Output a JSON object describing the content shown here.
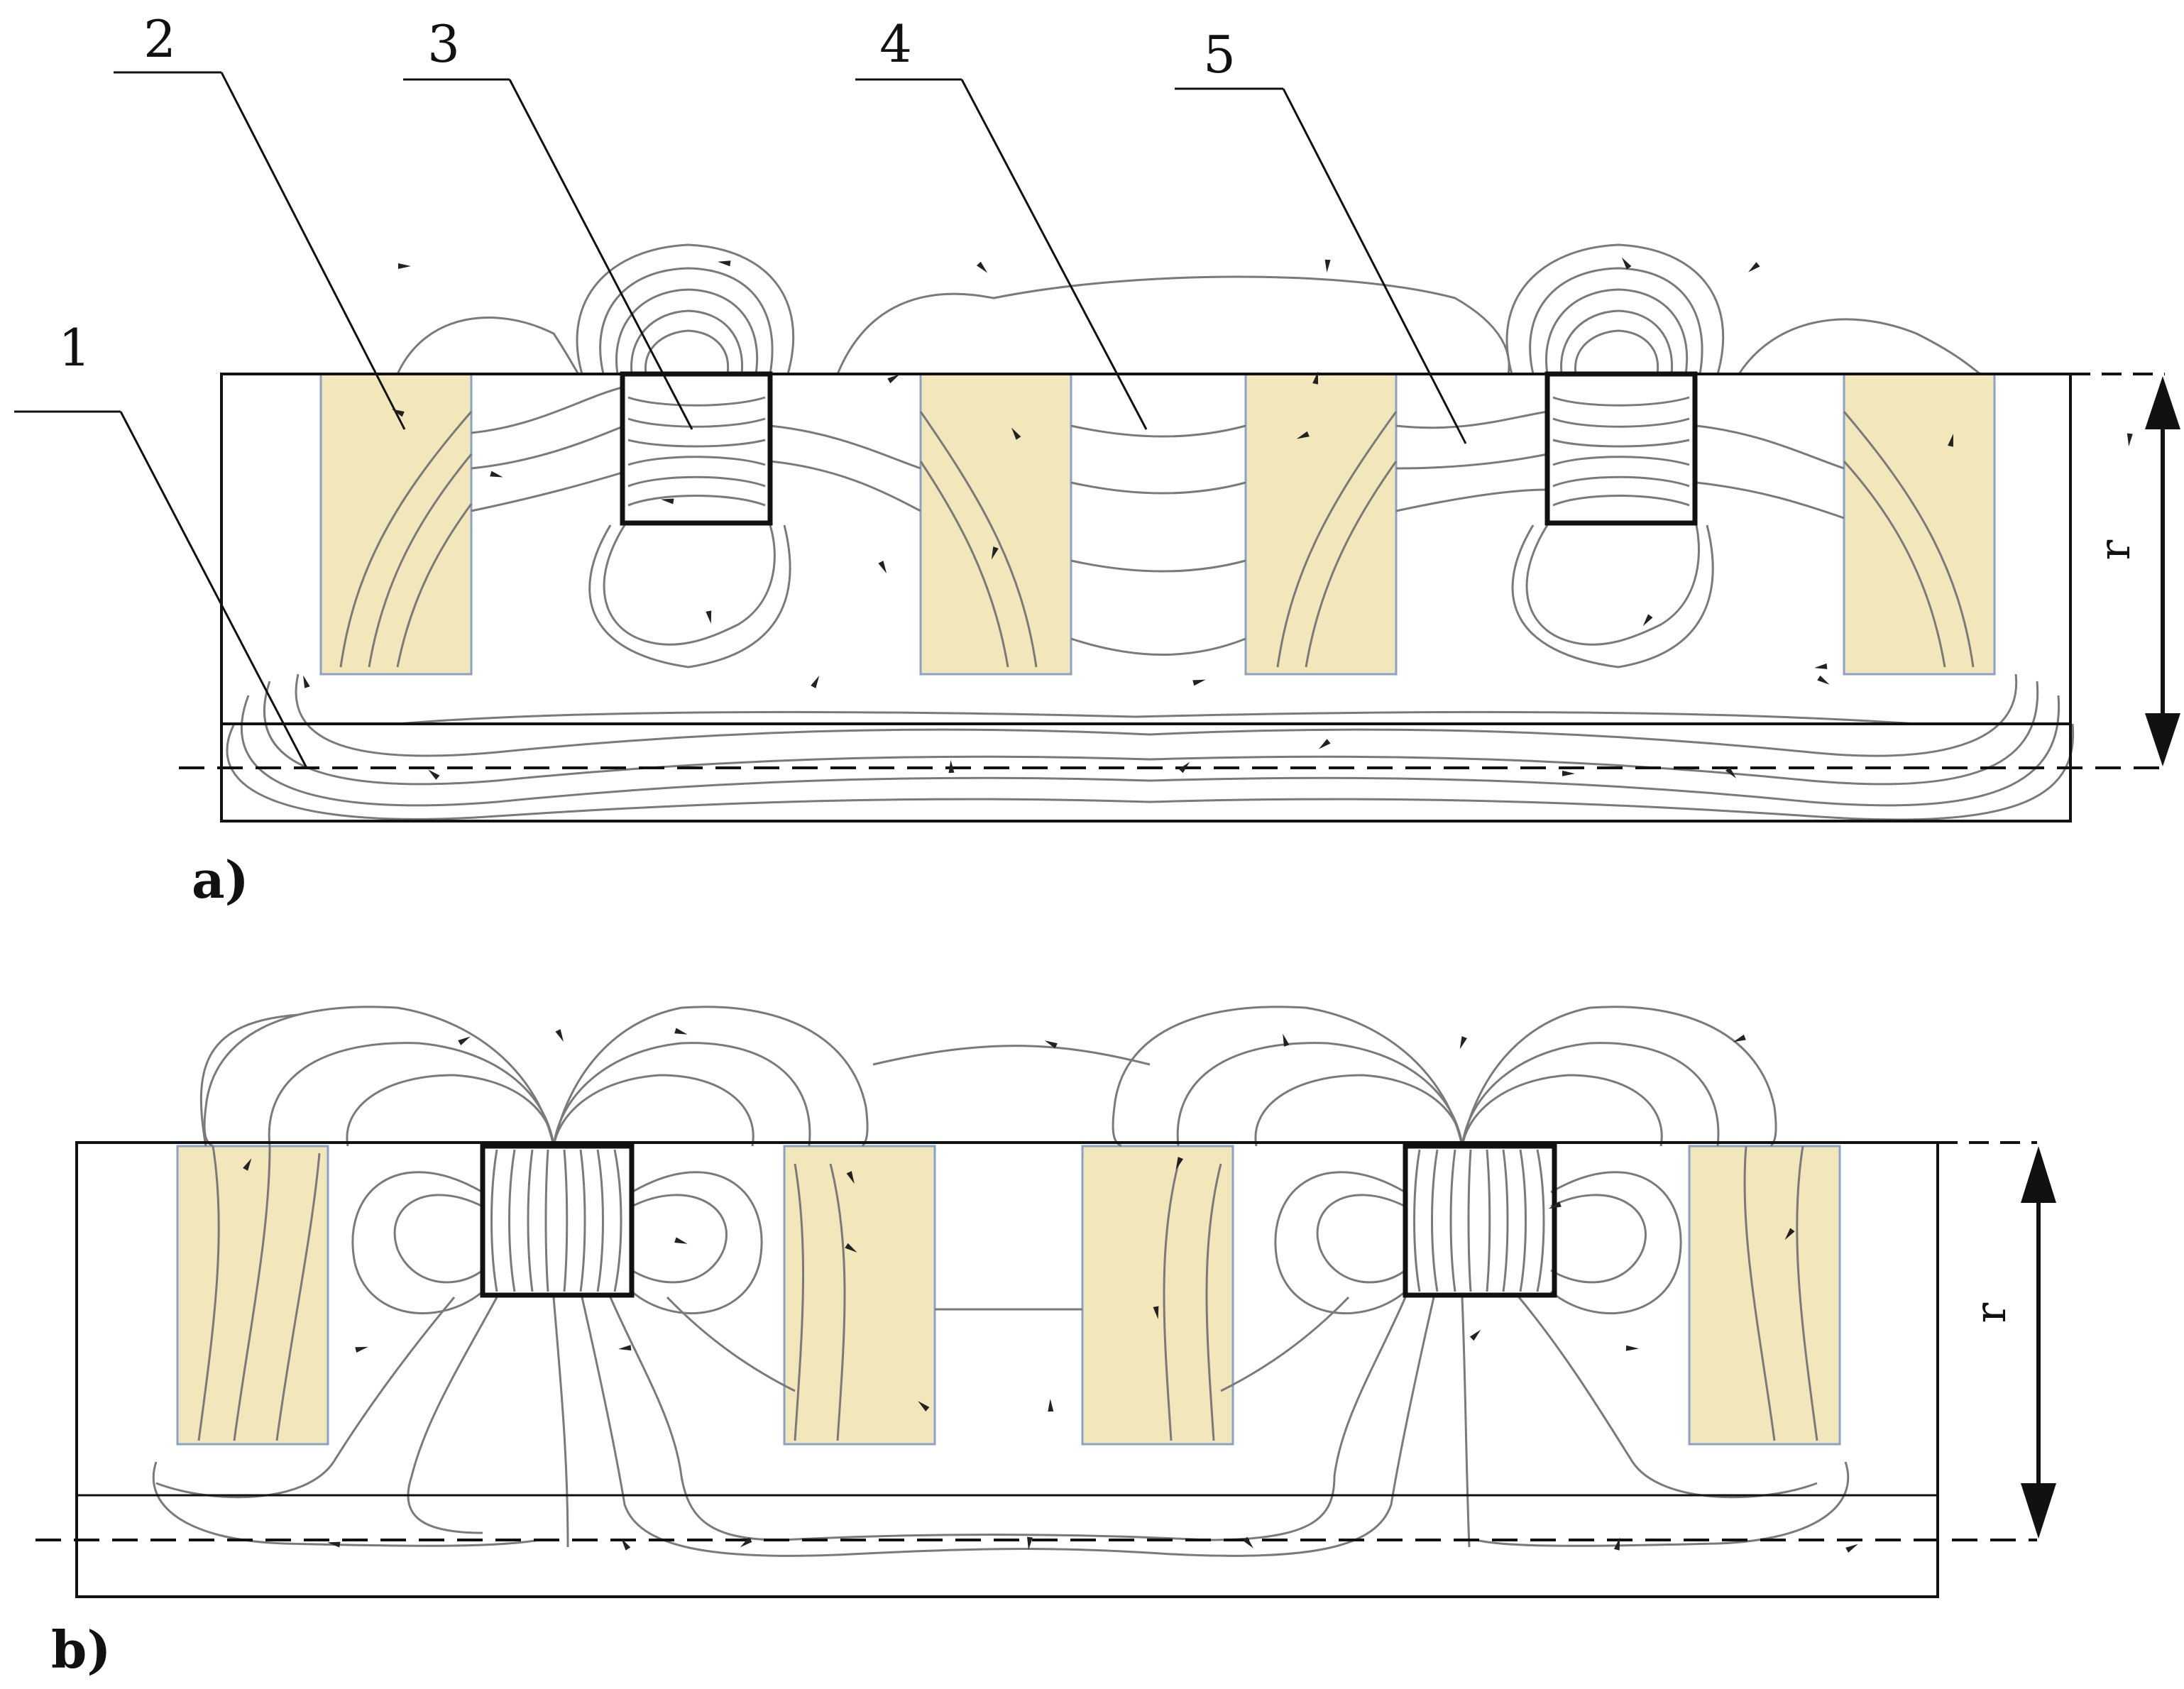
{
  "colors": {
    "magnet_fill": "#f2e6bb",
    "magnet_edge": "#8aa2c8",
    "field_line": "#7a7a7a",
    "outline": "#111111",
    "background": "#ffffff"
  },
  "callouts": [
    "1",
    "2",
    "3",
    "4",
    "5"
  ],
  "panels": [
    {
      "label": "a)",
      "dimension_label": "r"
    },
    {
      "label": "b)",
      "dimension_label": "r"
    }
  ]
}
